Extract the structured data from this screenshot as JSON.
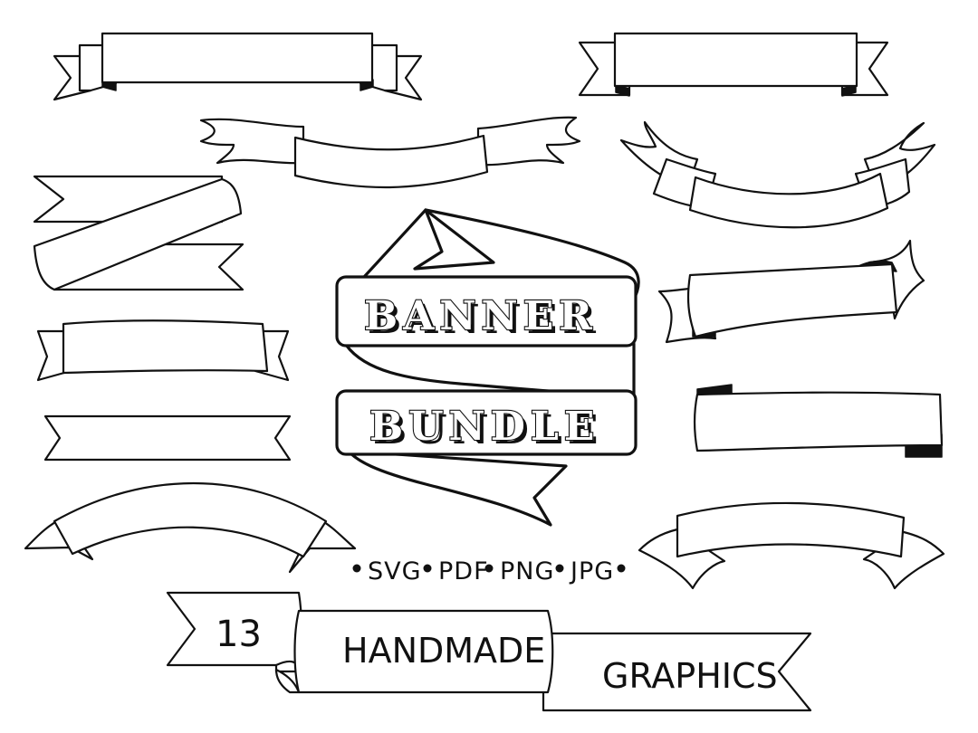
{
  "title": {
    "line1": "BANNER",
    "line2": "BUNDLE"
  },
  "formats": {
    "svg": "SVG",
    "pdf": "PDF",
    "png": "PNG",
    "jpg": "JPG"
  },
  "tagline": {
    "count": "13",
    "word1": "HANDMADE",
    "word2": "GRAPHICS"
  },
  "colors": {
    "ink": "#111111",
    "paper": "#ffffff"
  }
}
